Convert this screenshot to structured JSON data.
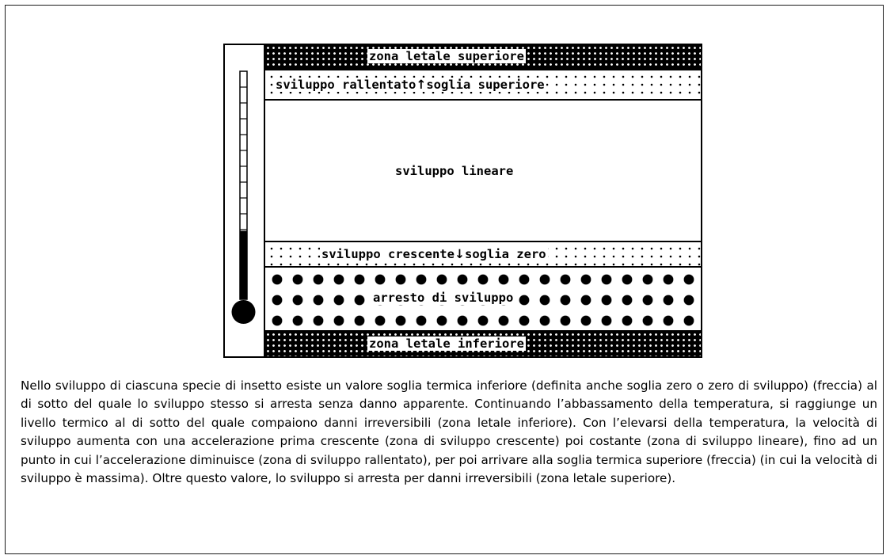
{
  "diagram": {
    "zones": {
      "lethal_upper": "zona letale superiore",
      "slowed": "sviluppo rallentato",
      "upper_threshold": "soglia superiore",
      "linear": "sviluppo lineare",
      "increasing": "sviluppo crescente",
      "zero_threshold": "soglia zero",
      "arrest": "arresto di sviluppo",
      "lethal_lower": "zona letale inferiore"
    },
    "arrows": {
      "up": "↑",
      "down": "↓"
    },
    "thermometer": {
      "fill_fraction": 0.3
    }
  },
  "caption": "Nello sviluppo di ciascuna specie di insetto esiste un valore soglia termica inferiore (definita anche soglia zero o zero di sviluppo) (freccia) al di sotto del quale lo sviluppo stesso si arresta senza danno apparente. Continuando l’abbassamento della temperatura, si raggiunge un livello termico al di sotto del quale compaiono danni irreversi­bili (zona letale inferiore). Con l’elevarsi della temperatura, la velocità di sviluppo aumenta con una accelerazione prima crescente (zona di sviluppo crescente) poi costante (zona di sviluppo lineare), fino ad un punto in cui l’accelerazione diminuisce (zona di sviluppo rallentato), per poi arrivare alla soglia termica superiore (freccia) (in cui la velocità di sviluppo è massima). Oltre questo valore, lo sviluppo si arresta per danni irreversibili (zona le­tale superiore).",
  "colors": {
    "ink": "#000000",
    "paper": "#ffffff"
  }
}
